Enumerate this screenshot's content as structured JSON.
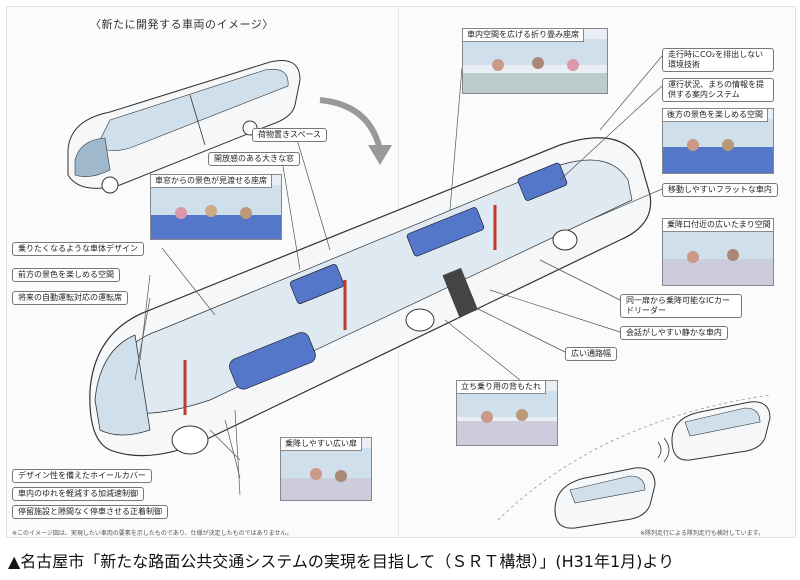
{
  "diagram_title": "〈新たに開発する車両のイメージ〉",
  "callouts": {
    "luggage": "荷物置きスペース",
    "window": "開放感のある大きな窓",
    "body_design": "乗りたくなるような車体デザイン",
    "front_view": "前方の景色を楽しめる空間",
    "auto_seat": "将来の自動運転対応の運転席",
    "co2": "走行時にCO₂を排出しない環境技術",
    "guide": "運行状況、まちの情報を提供する案内システム",
    "flat_floor": "移動しやすいフラットな車内",
    "ic_reader": "同一扉から乗降可能なICカードリーダー",
    "quiet": "会話がしやすい静かな車内",
    "aisle": "広い通路幅",
    "wheel_cover": "デザイン性を備えたホイールカバー",
    "accel": "車内のゆれを軽減する加減速制御",
    "precise_stop": "停留施設と隙間なく停車させる正着制御"
  },
  "photos": {
    "side_window_seats": "車窓からの景色が見渡せる座席",
    "folding_seats": "車内空間を広げる折り畳み座席",
    "rear_view": "後方の景色を楽しめる空間",
    "door_space": "乗降口付近の広いたまり空間",
    "leaning_backrest": "立ち乗り用の背もたれ",
    "wide_door": "乗降しやすい広い扉"
  },
  "notes": {
    "image_note": "※このイメージ図は、実現したい車両の要素を示したものであり、仕様が決定したものではありません。",
    "platoon_note": "※隊列走行による隊列走行も検討しています。"
  },
  "source_caption": "▲名古屋市「新たな路面公共交通システムの実現を目指して（ＳＲＴ構想）」(H31年1月)より",
  "colors": {
    "body": "#f5f7f9",
    "glass": "#cfe0ec",
    "seat": "#5577c9",
    "accent_red": "#c0392b",
    "outline": "#333333"
  }
}
